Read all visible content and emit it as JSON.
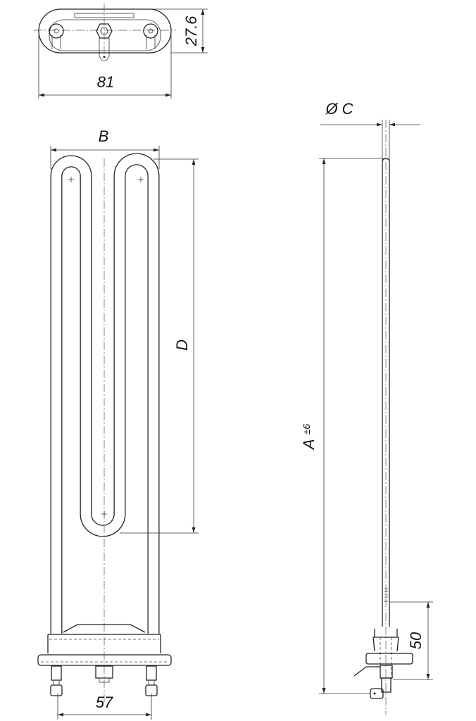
{
  "title": "Heating element technical drawing",
  "dimensions": {
    "flange_height": "27.6",
    "flange_width": "81",
    "width_b": "B",
    "loop_d": "D",
    "diameter_c": "Ø C",
    "length_a": "A",
    "length_a_tol": "±6",
    "terminal_spacing": "57",
    "sensor_offset": "50"
  },
  "colors": {
    "line": "#222222",
    "background": "#ffffff"
  }
}
